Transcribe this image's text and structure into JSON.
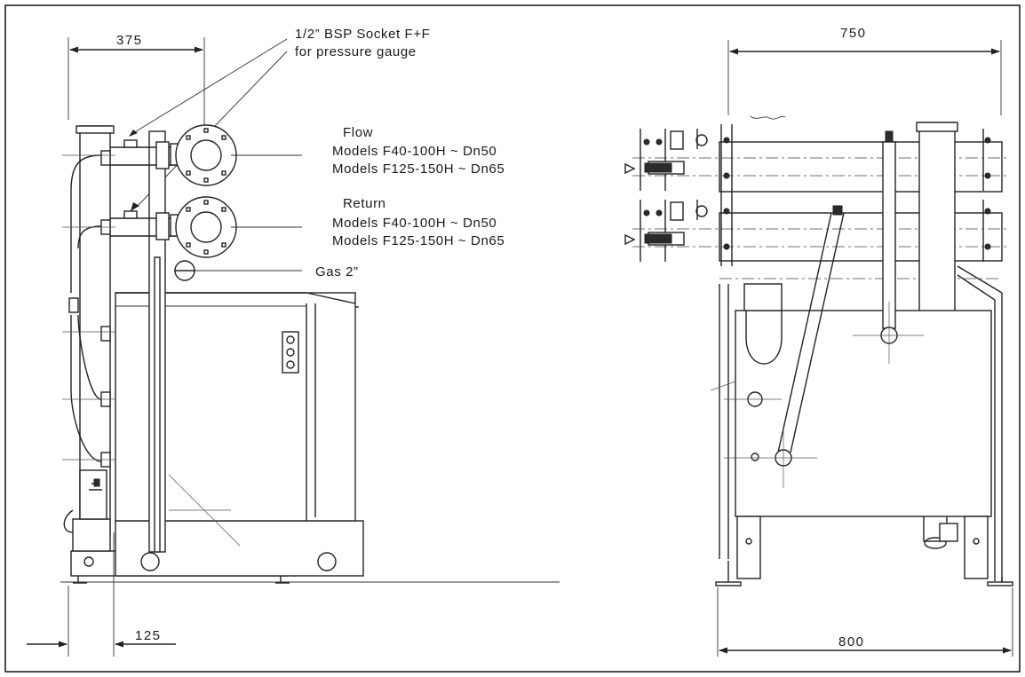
{
  "side_view": {
    "dim_top": "375",
    "dim_bottom": "125",
    "socket_note": {
      "line1": "1/2” BSP Socket F+F",
      "line2": "for pressure gauge"
    },
    "flow": {
      "title": "Flow",
      "model_a": "Models F40-100H   ~ Dn50",
      "model_b": "Models F125-150H ~ Dn65"
    },
    "return": {
      "title": "Return",
      "model_a": "Models F40-100H   ~ Dn50",
      "model_b": "Models F125-150H ~ Dn65"
    },
    "gas": "Gas 2”"
  },
  "front_view": {
    "dim_top": "750",
    "dim_bottom": "800"
  }
}
